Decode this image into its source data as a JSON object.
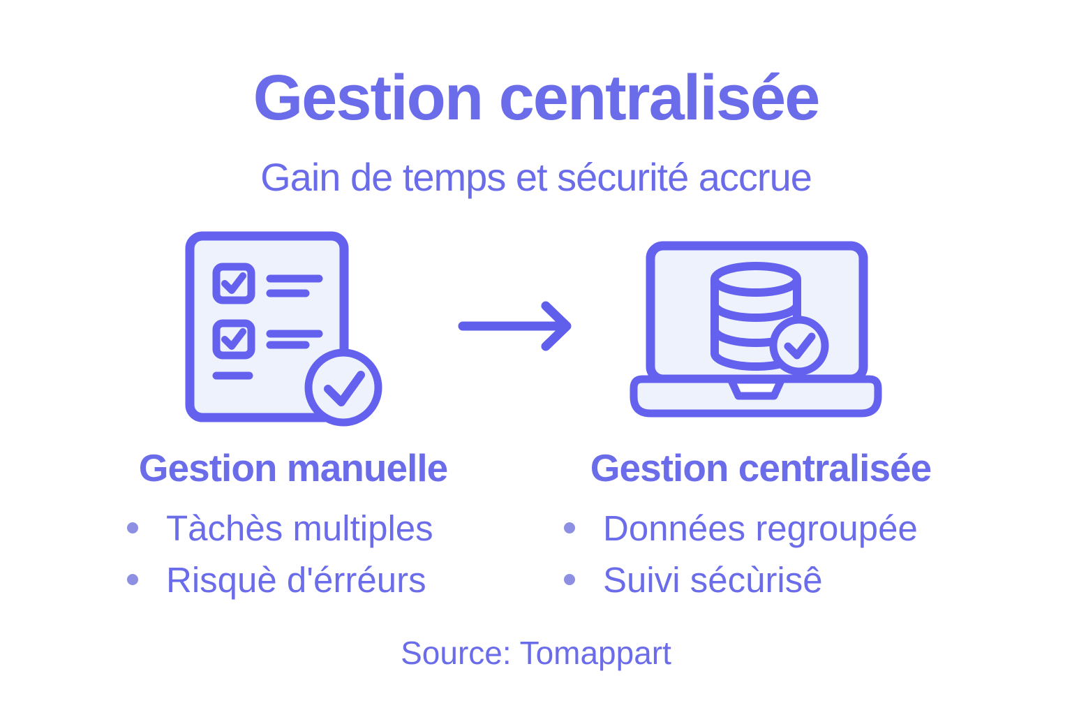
{
  "colors": {
    "background": "#ffffff",
    "text": "#6a6ce9",
    "icon_stroke": "#6361ee",
    "icon_fill": "#eef2fc",
    "bullet_dot": "#8c8fe2",
    "arrow": "#5f5feb"
  },
  "header": {
    "title": "Gestion centralisée",
    "subtitle": "Gain de temps et sécurité accrue"
  },
  "left_panel": {
    "icon": "checklist-document",
    "heading": "Gestion manuelle",
    "bullets": [
      "Tàchès multiples",
      "Risquè d'érréurs"
    ]
  },
  "right_panel": {
    "icon": "laptop-database",
    "heading": "Gestion centralisée",
    "bullets": [
      "Données regroupée",
      "Suivi sécùrisê"
    ]
  },
  "footer": {
    "source": "Source: Tomappart"
  }
}
